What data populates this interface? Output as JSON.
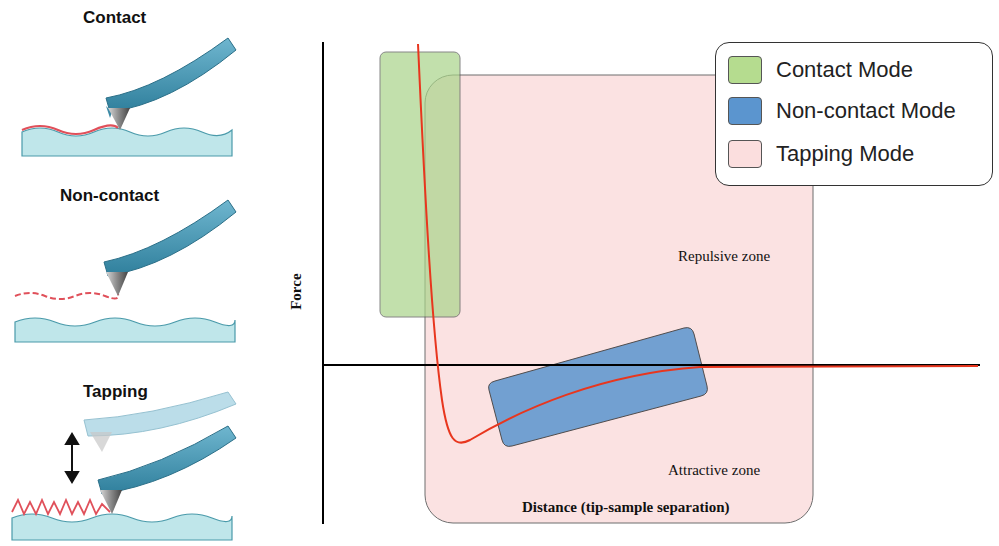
{
  "diagram": {
    "labels": [
      "Contact",
      "Non-contact",
      "Tapping",
      "Force",
      "Distance (tip-sample separation)",
      "Repulsive zone",
      "Attractive zone"
    ],
    "legend": [
      {
        "text": "Contact Mode",
        "color": "#b5dc8f"
      },
      {
        "text": "Non-contact Mode",
        "color": "#5b95cf"
      },
      {
        "text": "Tapping Mode",
        "color": "#fbdede"
      }
    ]
  }
}
